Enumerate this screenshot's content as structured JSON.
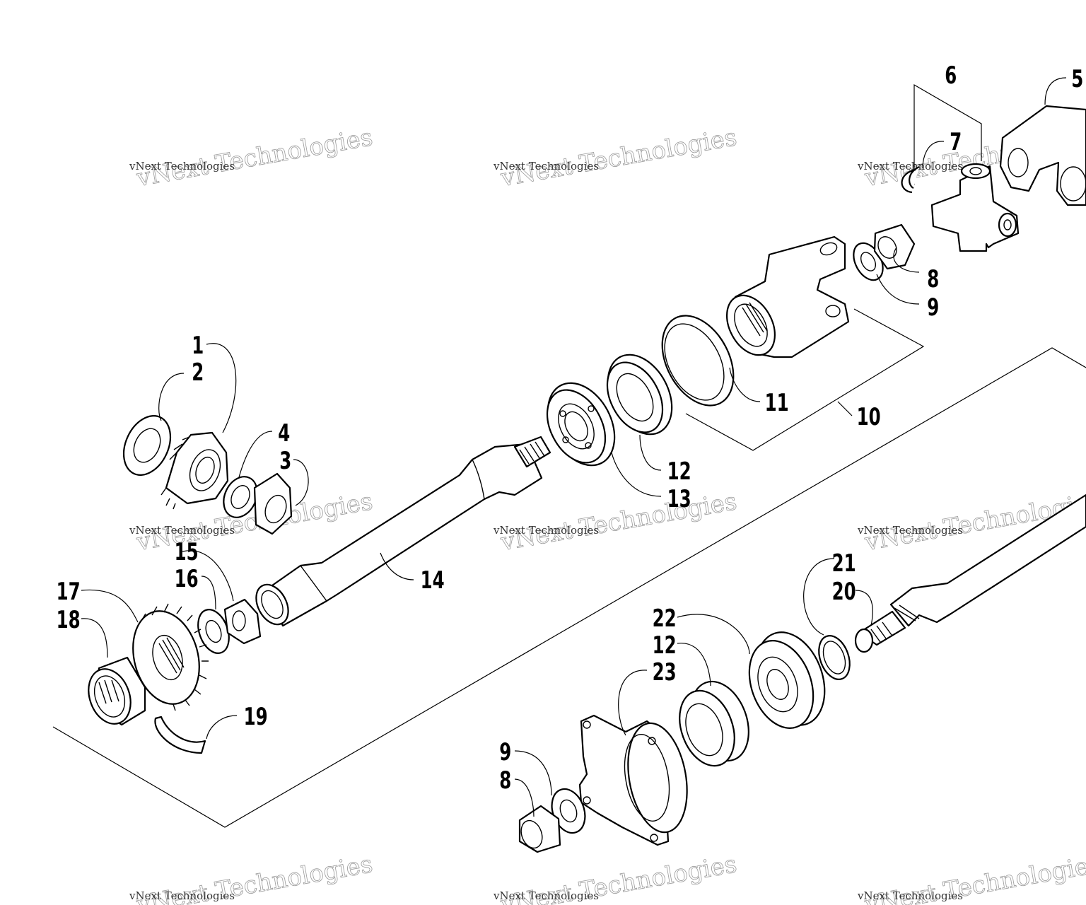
{
  "watermark": {
    "big": "vNext Technologies",
    "small": "vNext Technologies"
  },
  "callouts": {
    "c1": "1",
    "c2": "2",
    "c3": "3",
    "c4": "4",
    "c5": "5",
    "c6": "6",
    "c7": "7",
    "c8a": "8",
    "c9a": "9",
    "c10": "10",
    "c11": "11",
    "c12a": "12",
    "c13": "13",
    "c14": "14",
    "c15": "15",
    "c16": "16",
    "c17": "17",
    "c18": "18",
    "c19": "19",
    "c20": "20",
    "c21": "21",
    "c22": "22",
    "c12b": "12",
    "c23": "23",
    "c9b": "9",
    "c8b": "8"
  },
  "colors": {
    "line": "#000000",
    "background": "#ffffff",
    "watermark": "#9a9a9a"
  }
}
